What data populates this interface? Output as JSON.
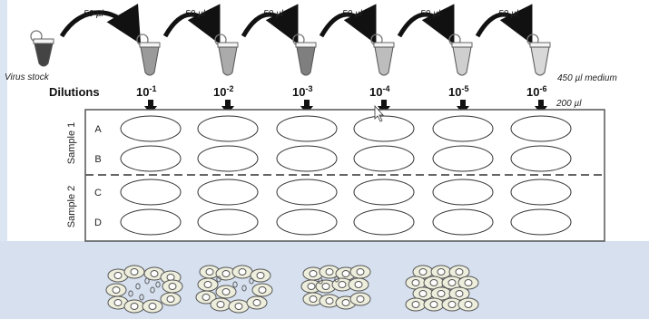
{
  "transfer_volume": "50 µl",
  "virus_stock_label": "Virus stock",
  "medium_label": "450 µl medium",
  "dilutions_label": "Dilutions",
  "dilutions": [
    {
      "base": "10",
      "exp": "-1"
    },
    {
      "base": "10",
      "exp": "-2"
    },
    {
      "base": "10",
      "exp": "-3"
    },
    {
      "base": "10",
      "exp": "-4"
    },
    {
      "base": "10",
      "exp": "-5"
    },
    {
      "base": "10",
      "exp": "-6"
    }
  ],
  "plate_volume": "200 µl",
  "samples": [
    "Sample 1",
    "Sample 2"
  ],
  "rows": [
    "A",
    "B",
    "C",
    "D"
  ],
  "tube_fill_colors": [
    "#444444",
    "#9a9a9a",
    "#ababab",
    "#7f7f7f",
    "#bdbdbd",
    "#cfcfcf",
    "#d8d8d8"
  ],
  "cell_stages": [
    "cpe-severe",
    "cpe-moderate",
    "cpe-mild",
    "cpe-none"
  ]
}
